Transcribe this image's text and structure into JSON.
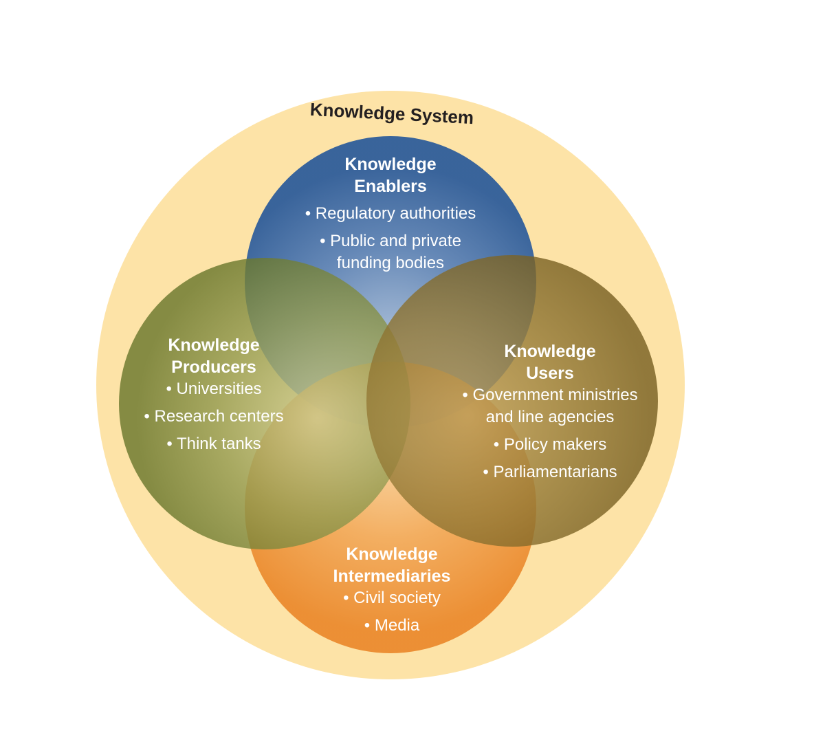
{
  "system": {
    "title": "Knowledge System"
  },
  "enablers": {
    "title_line1": "Knowledge",
    "title_line2": "Enablers",
    "item1": "• Regulatory authorities",
    "item2_line1": "• Public and private",
    "item2_line2": "funding bodies"
  },
  "producers": {
    "title_line1": "Knowledge",
    "title_line2": "Producers",
    "item1": "• Universities",
    "item2": "• Research centers",
    "item3": "• Think tanks"
  },
  "users": {
    "title_line1": "Knowledge",
    "title_line2": "Users",
    "item1_line1": "• Government ministries",
    "item1_line2": "and line agencies",
    "item2": "• Policy makers",
    "item3": "• Parliamentarians"
  },
  "intermediaries": {
    "title_line1": "Knowledge",
    "title_line2": "Intermediaries",
    "item1": "• Civil society",
    "item2": "• Media"
  },
  "colors": {
    "system_fill": "#fde3a7",
    "enablers": "#2f5d9a",
    "producers": "#6e7a2e",
    "users": "#7a6223",
    "intermediaries": "#ec8a2e"
  }
}
